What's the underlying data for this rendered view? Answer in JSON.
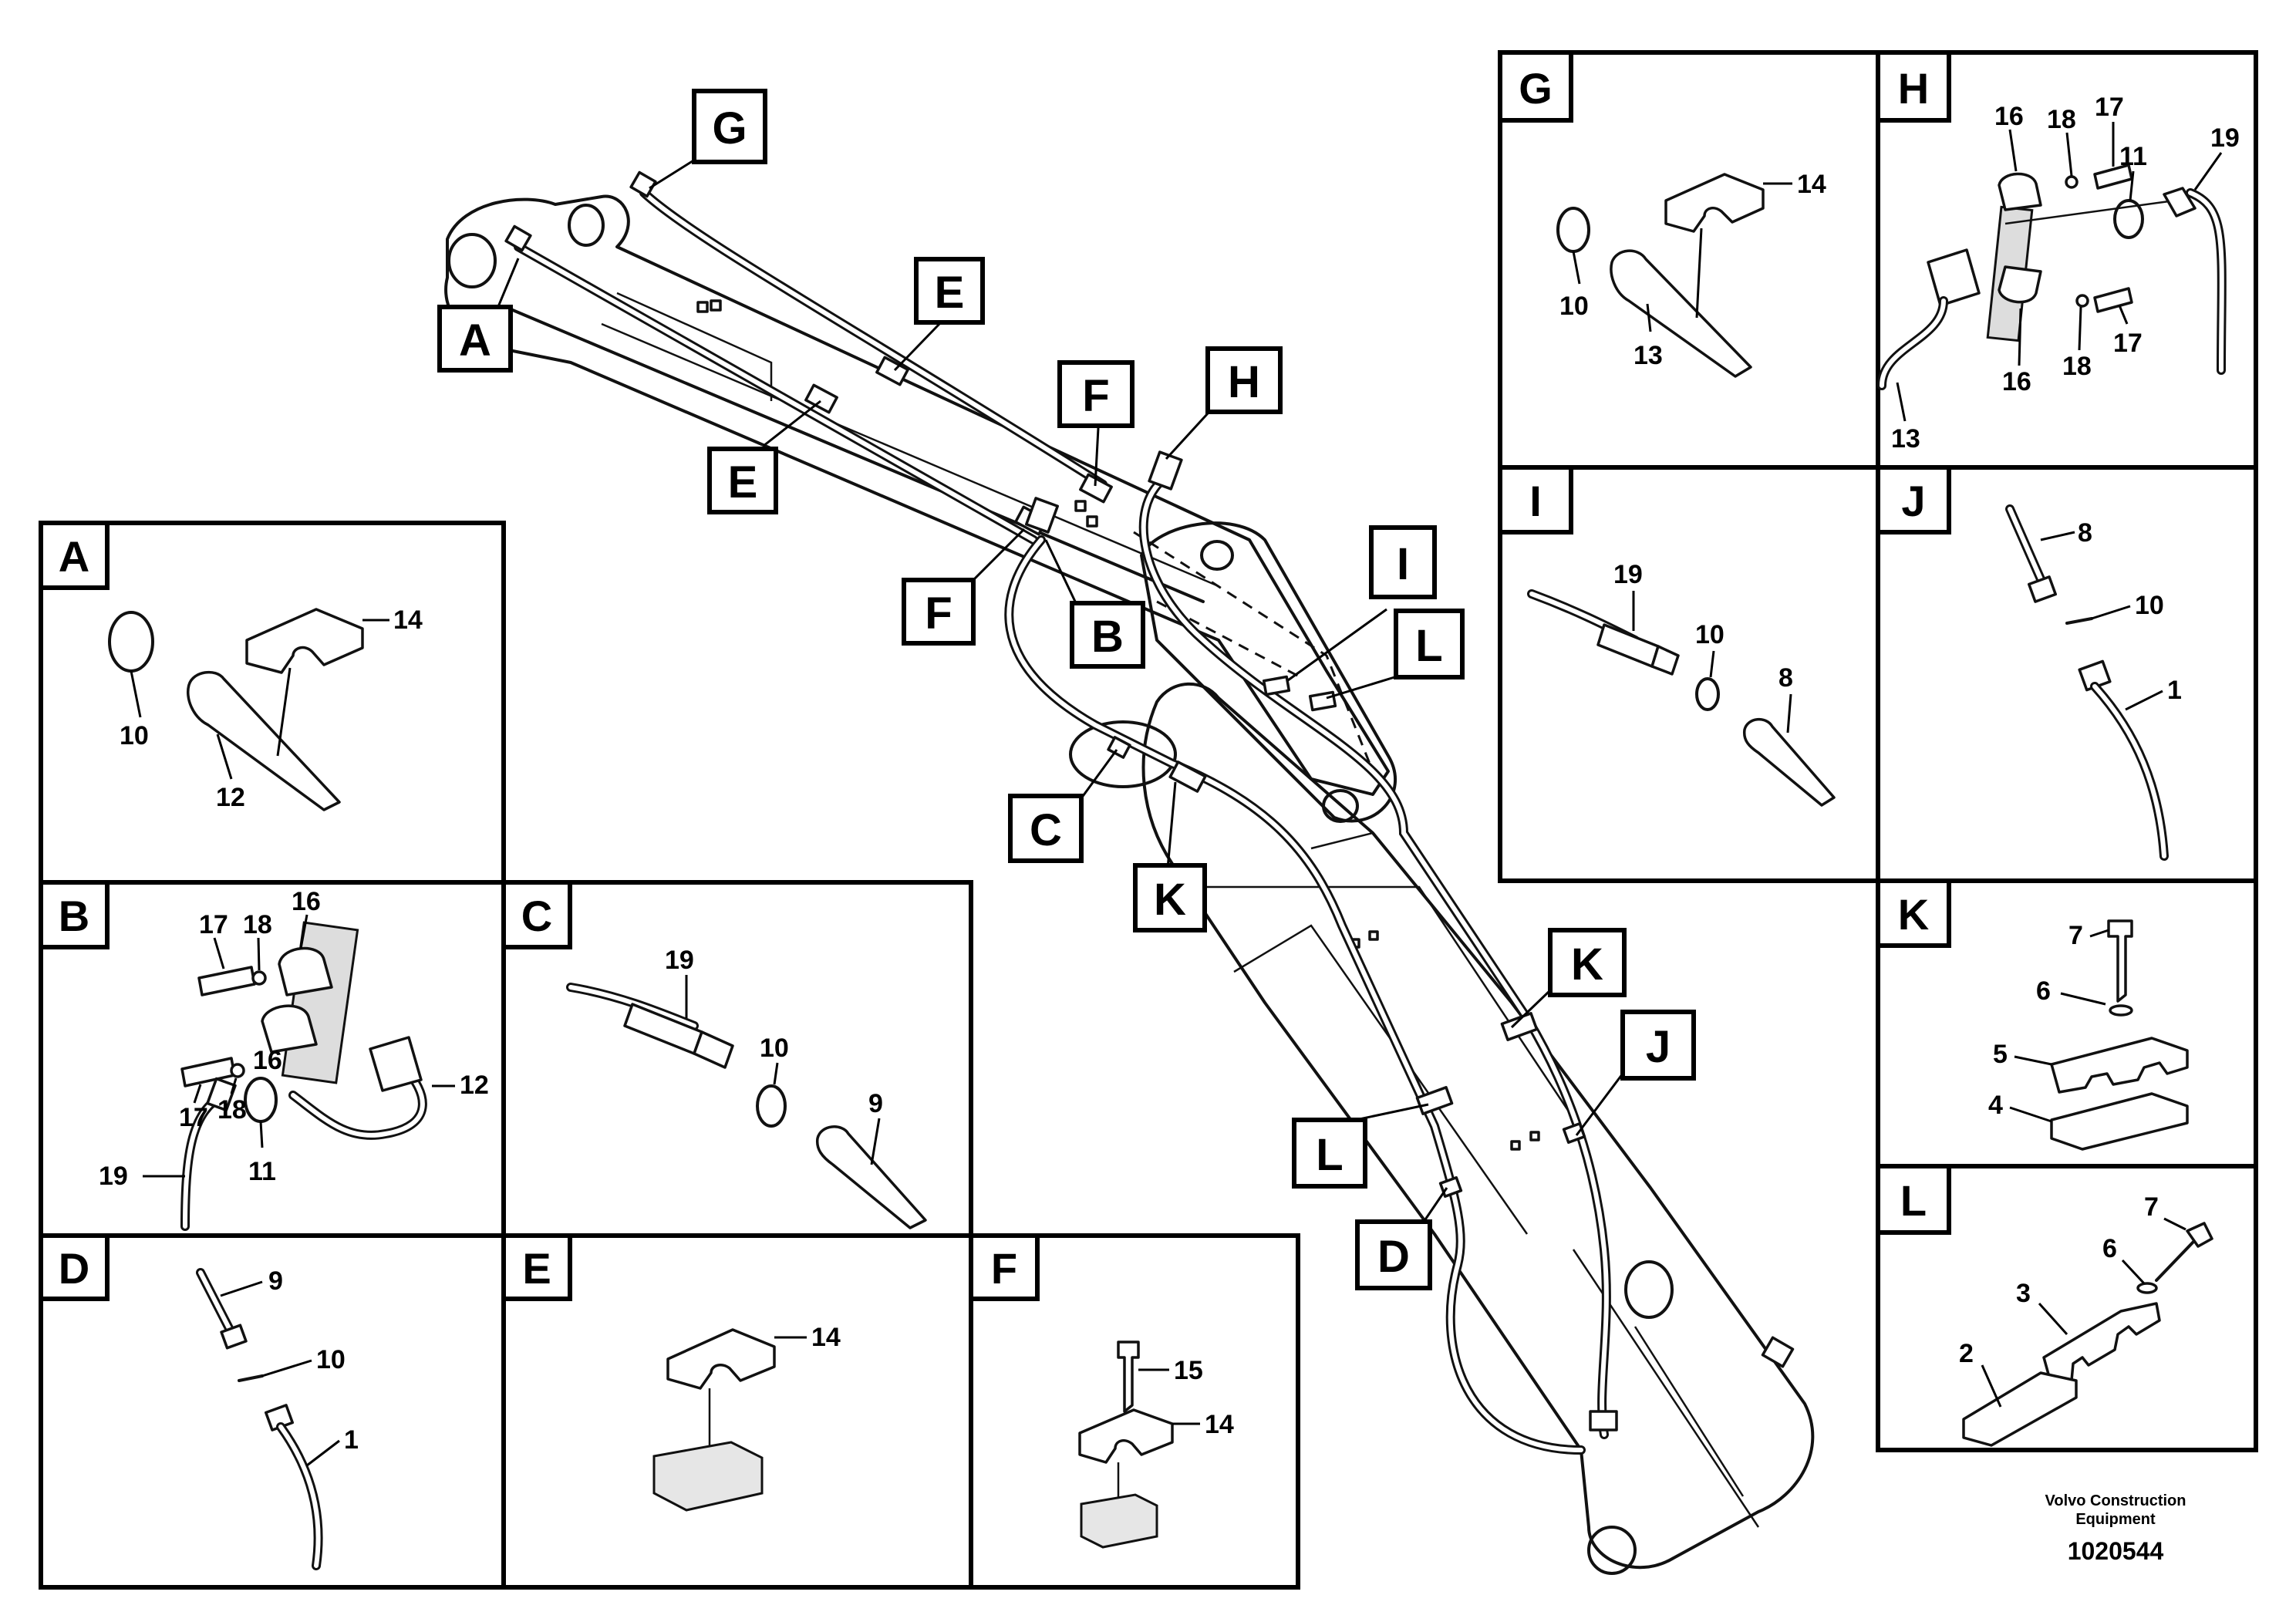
{
  "main_tags": [
    {
      "id": "G1",
      "label": "G"
    },
    {
      "id": "A1",
      "label": "A"
    },
    {
      "id": "E1",
      "label": "E"
    },
    {
      "id": "E2",
      "label": "E"
    },
    {
      "id": "F1",
      "label": "F"
    },
    {
      "id": "H1",
      "label": "H"
    },
    {
      "id": "F2",
      "label": "F"
    },
    {
      "id": "B1",
      "label": "B"
    },
    {
      "id": "I1",
      "label": "I"
    },
    {
      "id": "L1",
      "label": "L"
    },
    {
      "id": "C1",
      "label": "C"
    },
    {
      "id": "K1",
      "label": "K"
    },
    {
      "id": "K2",
      "label": "K"
    },
    {
      "id": "J1",
      "label": "J"
    },
    {
      "id": "L2",
      "label": "L"
    },
    {
      "id": "D1",
      "label": "D"
    }
  ],
  "panels": {
    "A": {
      "label": "A",
      "callouts": {
        "c14": "14",
        "c10": "10",
        "c12": "12"
      }
    },
    "B": {
      "label": "B",
      "callouts": {
        "c17a": "17",
        "c18a": "18",
        "c16a": "16",
        "c17b": "17",
        "c18b": "18",
        "c16b": "16",
        "c12": "12",
        "c19": "19",
        "c11": "11"
      }
    },
    "C": {
      "label": "C",
      "callouts": {
        "c19": "19",
        "c10": "10",
        "c9": "9"
      }
    },
    "D": {
      "label": "D",
      "callouts": {
        "c9": "9",
        "c10": "10",
        "c1": "1"
      }
    },
    "E": {
      "label": "E",
      "callouts": {
        "c14": "14"
      }
    },
    "F": {
      "label": "F",
      "callouts": {
        "c15": "15",
        "c14": "14"
      }
    },
    "G": {
      "label": "G",
      "callouts": {
        "c14": "14",
        "c10": "10",
        "c13": "13"
      }
    },
    "H": {
      "label": "H",
      "callouts": {
        "c16a": "16",
        "c18a": "18",
        "c17a": "17",
        "c11": "11",
        "c19": "19",
        "c17b": "17",
        "c16b": "16",
        "c18b": "18",
        "c13": "13"
      }
    },
    "I": {
      "label": "I",
      "callouts": {
        "c19": "19",
        "c10": "10",
        "c8": "8"
      }
    },
    "J": {
      "label": "J",
      "callouts": {
        "c8": "8",
        "c10": "10",
        "c1": "1"
      }
    },
    "K": {
      "label": "K",
      "callouts": {
        "c7": "7",
        "c6": "6",
        "c5": "5",
        "c4": "4"
      }
    },
    "L": {
      "label": "L",
      "callouts": {
        "c7": "7",
        "c6": "6",
        "c3": "3",
        "c2": "2"
      }
    }
  },
  "footer": {
    "brand_line1": "Volvo Construction",
    "brand_line2": "Equipment",
    "doc_number": "1020544"
  }
}
